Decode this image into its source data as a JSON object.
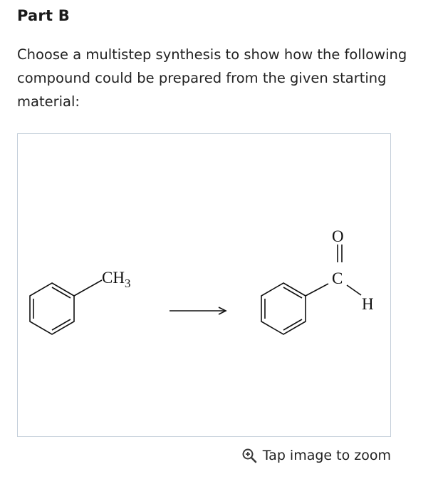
{
  "heading": "Part B",
  "prompt": "Choose a multistep synthesis to show how the following compound could be prepared from the given starting material:",
  "figure": {
    "starting_material": {
      "substituent": "CH",
      "substituent_subscript": "3"
    },
    "product": {
      "oxygen": "O",
      "carbon": "C",
      "hydrogen": "H"
    }
  },
  "zoom": {
    "label": "Tap image to zoom",
    "icon": "zoom-in-icon"
  }
}
